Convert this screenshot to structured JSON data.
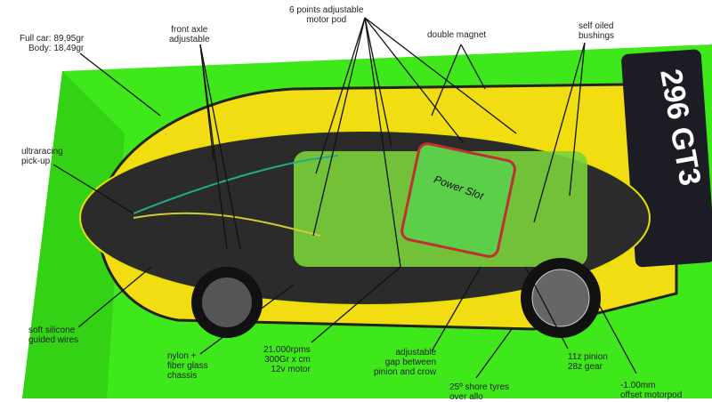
{
  "labels": {
    "weight": "Full car: 89,95gr\nBody: 18,49gr",
    "front_axle": "front axle\nadjustable",
    "motor_pod": "6 points adjustable\nmotor pod",
    "double_magnet": "double magnet",
    "bushings": "self oiled\nbushings",
    "pickup": "ultraracing\npick-up",
    "wires": "soft silicone\nguided wires",
    "chassis": "nylon +\nfiber glass\nchassis",
    "motor": "21.000rpms\n300Gr x cm\n12v motor",
    "gap": "adjustable\ngap between\npinion and crow",
    "tyres": "25º shore tyres\nover allo",
    "gear": "11z pinion\n28z gear",
    "offset": "-1.00mm\noffset motorpod"
  },
  "car": {
    "wing_text": "296 GT3",
    "motor_brand": "Power Slot"
  },
  "colors": {
    "base": "#3ee81a",
    "body": "#f2dd12",
    "chassis": "#2a2a2a",
    "pod": "#7ad23a"
  }
}
